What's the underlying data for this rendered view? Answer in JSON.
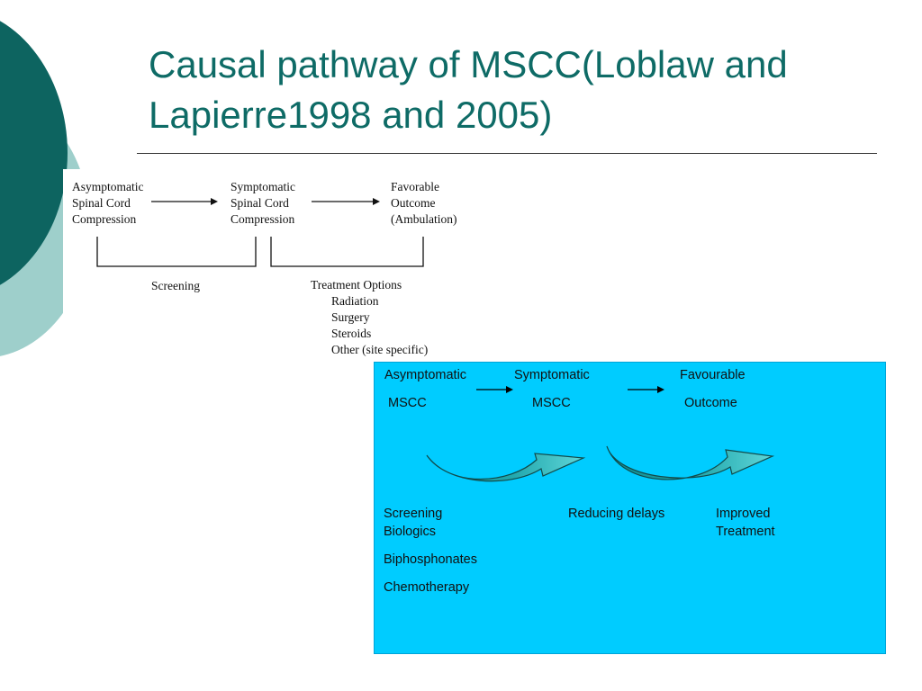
{
  "slide": {
    "title": "Causal pathway of MSCC(Loblaw and Lapierre1998 and 2005)"
  },
  "original_diagram": {
    "stage1": [
      "Asymptomatic",
      "Spinal Cord",
      "Compression"
    ],
    "stage2": [
      "Symptomatic",
      "Spinal Cord",
      "Compression"
    ],
    "stage3": [
      "Favorable",
      "Outcome",
      "(Ambulation)"
    ],
    "screening": "Screening",
    "treatment_options": "Treatment Options",
    "treatments": [
      "Radiation",
      "Surgery",
      "Steroids",
      "Other (site specific)"
    ]
  },
  "revised_diagram": {
    "stage1": [
      "Asymptomatic",
      "MSCC"
    ],
    "stage2": [
      "Symptomatic",
      "MSCC"
    ],
    "stage3": [
      "Favourable",
      "Outcome"
    ],
    "left_items": [
      "Screening",
      "Biologics",
      "Biphosphonates",
      "Chemotherapy"
    ],
    "middle_item": "Reducing delays",
    "right_item": [
      "Improved",
      "Treatment"
    ]
  },
  "colors": {
    "title": "#0e6b66",
    "dark_teal": "#0d6460",
    "light_teal": "#9ecfcb",
    "panel": "#00ccff"
  }
}
